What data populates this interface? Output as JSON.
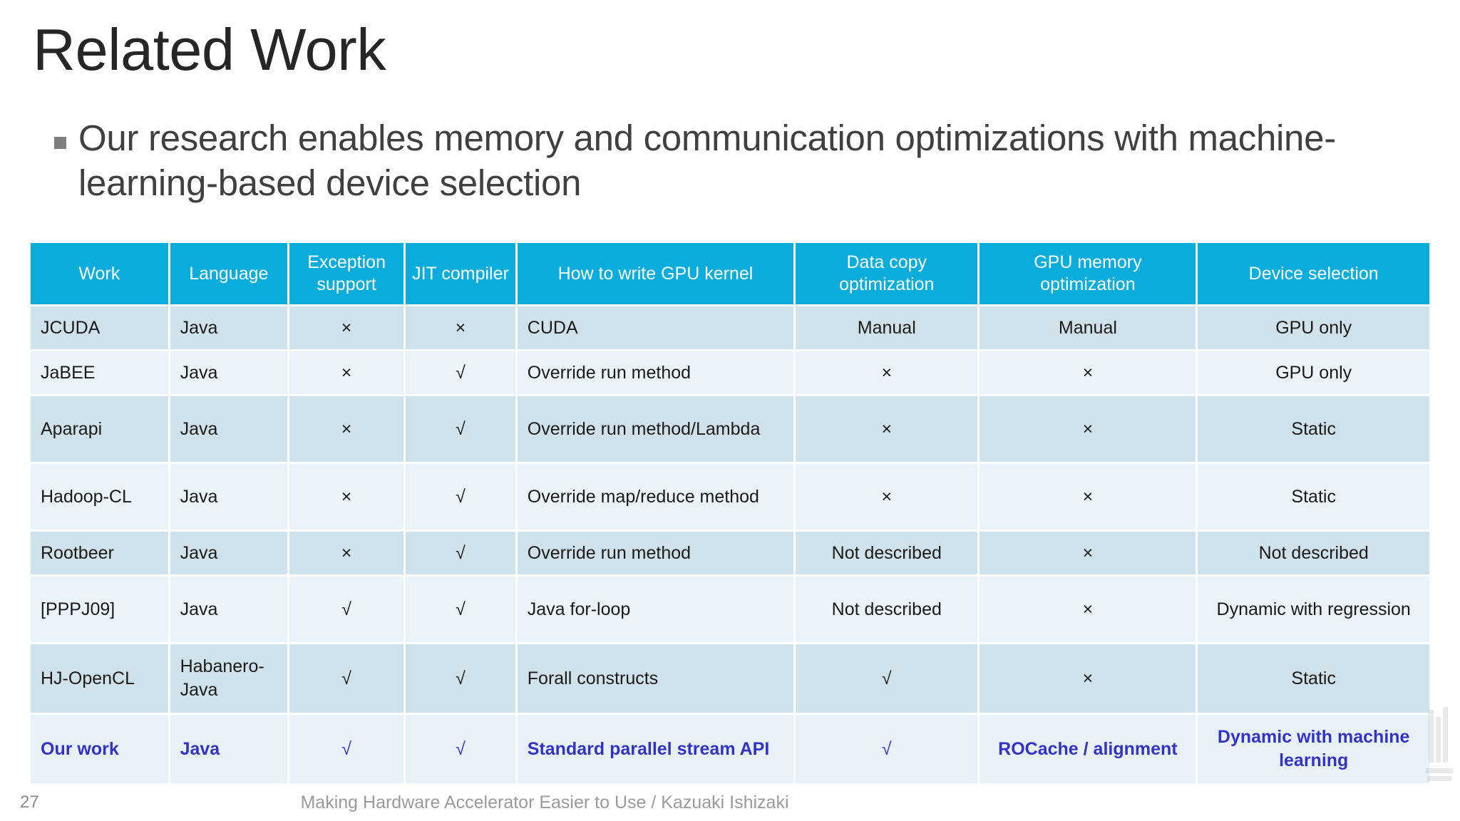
{
  "slide": {
    "title": "Related Work",
    "bullet": "Our research enables memory and communication optimizations with machine-learning-based device selection",
    "accent_header_color": "#09ACDA",
    "accent_text_color": "#3232C8",
    "band_a_color": "#CFE2EB",
    "band_b_color": "#EBF3F9"
  },
  "table": {
    "headers": [
      "Work",
      "Language",
      "Exception support",
      "JIT compiler",
      "How to write GPU kernel",
      "Data copy optimization",
      "GPU memory optimization",
      "Device selection"
    ],
    "rows": [
      {
        "work": "JCUDA",
        "language": "Java",
        "exception_support": "×",
        "jit_compiler": "×",
        "gpu_kernel": "CUDA",
        "data_copy_optimization": "Manual",
        "gpu_memory_optimization": "Manual",
        "device_selection": "GPU only"
      },
      {
        "work": "JaBEE",
        "language": "Java",
        "exception_support": "×",
        "jit_compiler": "√",
        "gpu_kernel": "Override run method",
        "data_copy_optimization": "×",
        "gpu_memory_optimization": "×",
        "device_selection": "GPU only"
      },
      {
        "work": "Aparapi",
        "language": "Java",
        "exception_support": "×",
        "jit_compiler": "√",
        "gpu_kernel": "Override run method/Lambda",
        "data_copy_optimization": "×",
        "gpu_memory_optimization": "×",
        "device_selection": "Static"
      },
      {
        "work": "Hadoop-CL",
        "language": "Java",
        "exception_support": "×",
        "jit_compiler": "√",
        "gpu_kernel": "Override map/reduce method",
        "data_copy_optimization": "×",
        "gpu_memory_optimization": "×",
        "device_selection": "Static"
      },
      {
        "work": "Rootbeer",
        "language": "Java",
        "exception_support": "×",
        "jit_compiler": "√",
        "gpu_kernel": "Override run method",
        "data_copy_optimization": "Not described",
        "gpu_memory_optimization": "×",
        "device_selection": "Not described"
      },
      {
        "work": "[PPPJ09]",
        "language": "Java",
        "exception_support": "√",
        "jit_compiler": "√",
        "gpu_kernel": "Java for-loop",
        "data_copy_optimization": "Not described",
        "gpu_memory_optimization": "×",
        "device_selection": "Dynamic with regression"
      },
      {
        "work": "HJ-OpenCL",
        "language": "Habanero-Java",
        "exception_support": "√",
        "jit_compiler": "√",
        "gpu_kernel": "Forall constructs",
        "data_copy_optimization": "√",
        "gpu_memory_optimization": "×",
        "device_selection": "Static"
      },
      {
        "work": "Our work",
        "language": "Java",
        "exception_support": "√",
        "jit_compiler": "√",
        "gpu_kernel": "Standard parallel stream API",
        "data_copy_optimization": "√",
        "gpu_memory_optimization": "ROCache / alignment",
        "device_selection": "Dynamic with machine learning"
      }
    ]
  },
  "footer": {
    "page_number": "27",
    "title": "Making Hardware Accelerator Easier to Use / Kazuaki Ishizaki"
  }
}
